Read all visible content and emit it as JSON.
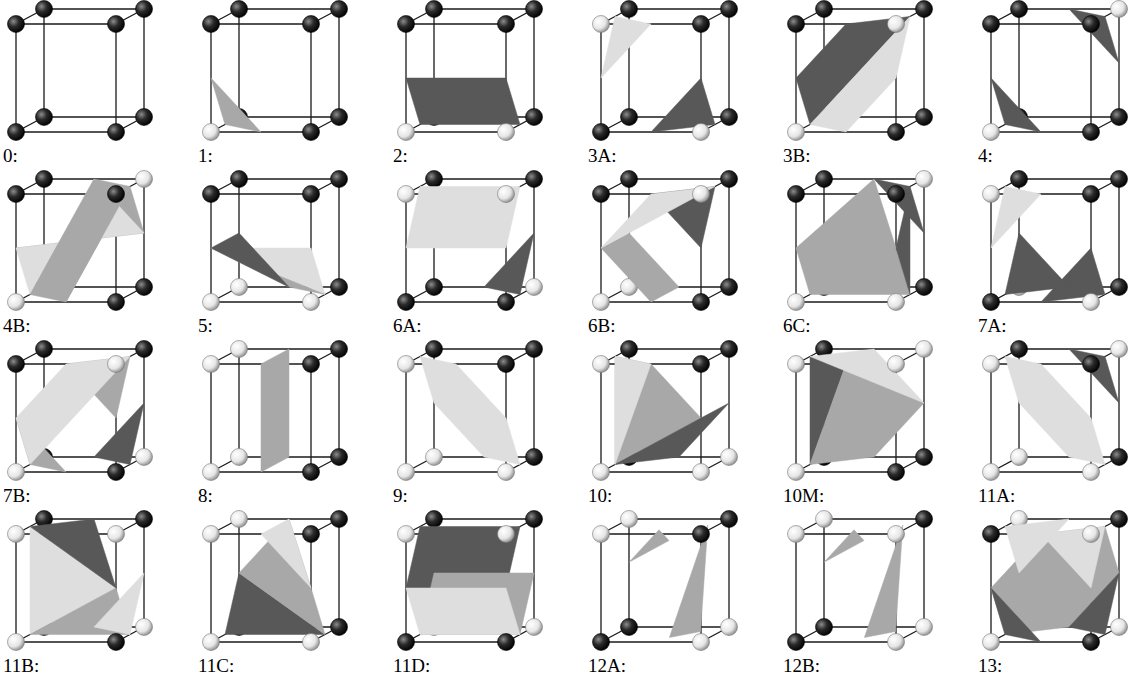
{
  "diagram": {
    "labels": [
      "0:",
      "1:",
      "2:",
      "3A:",
      "3B:",
      "4:",
      "4B:",
      "5:",
      "6A:",
      "6B:",
      "6C:",
      "7A:",
      "7B:",
      "8:",
      "9:",
      "10:",
      "10M:",
      "11A:",
      "11B:",
      "11C:",
      "11D:",
      "12A:",
      "12B:",
      "13:"
    ]
  }
}
